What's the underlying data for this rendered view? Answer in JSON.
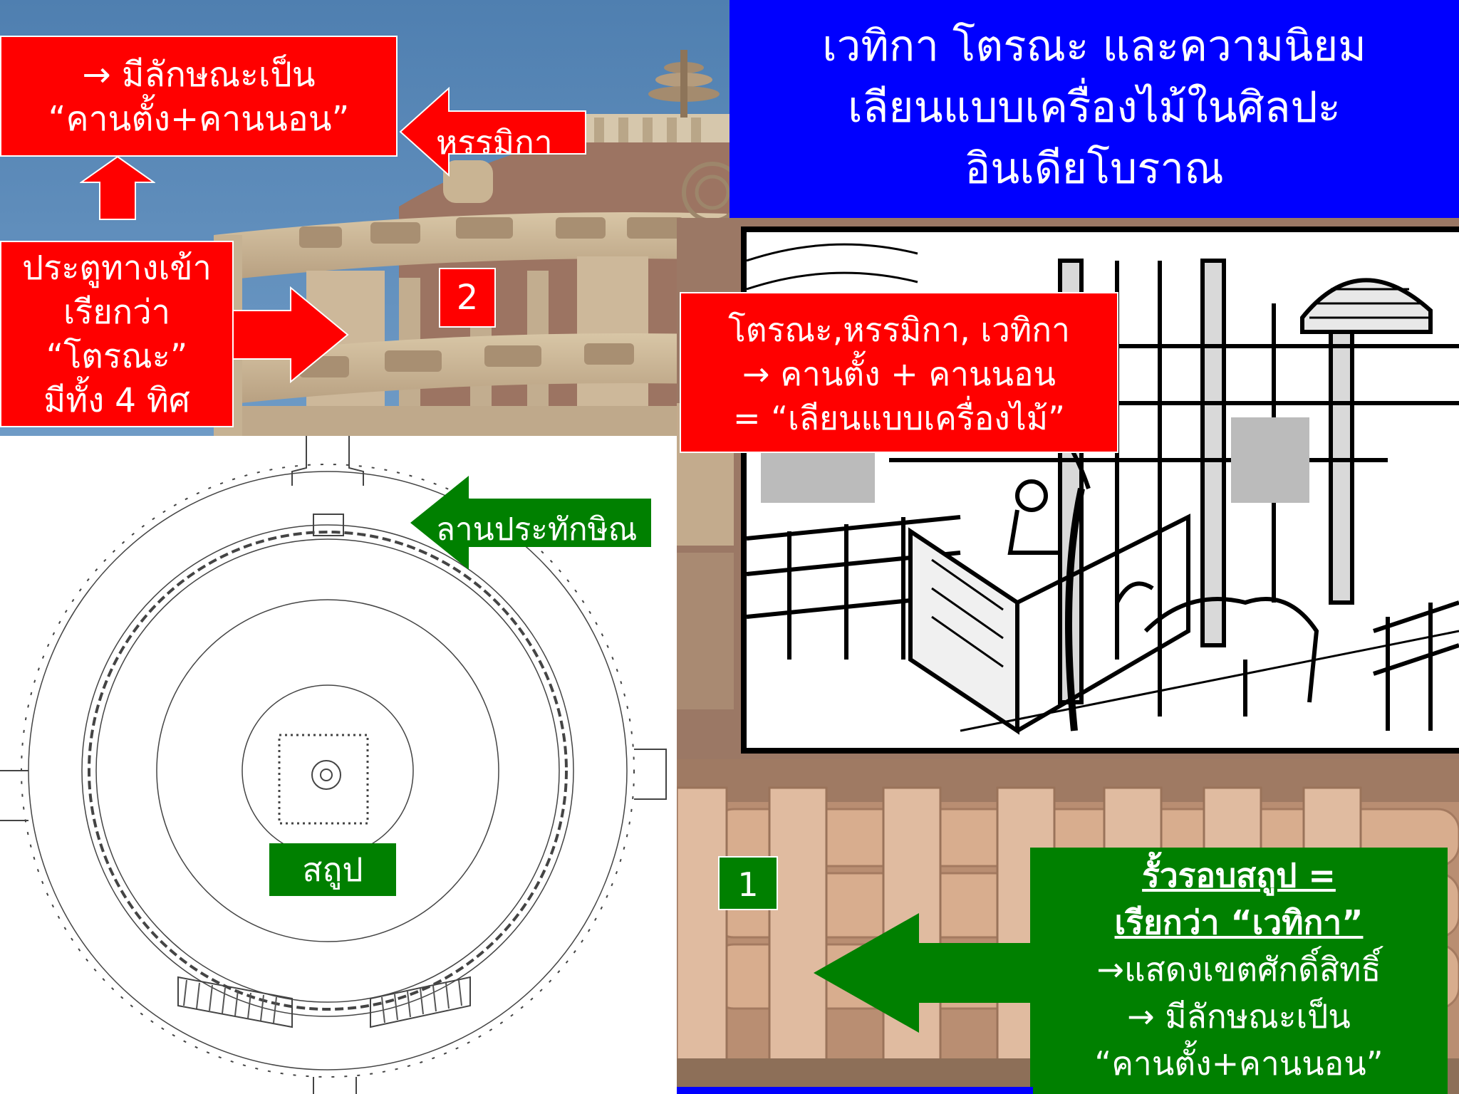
{
  "title": {
    "line1": "เวทิกา โตรณะ และความนิยม",
    "line2": "เลียนแบบเครื่องไม้ในศิลปะ",
    "line3": "อินเดียโบราณ"
  },
  "labels": {
    "feature_top": [
      "→ มีลักษณะเป็น",
      "“คานตั้ง+คานนอน”"
    ],
    "harmika": "หรรมิกา",
    "torana": [
      "ประตูทางเข้า",
      "เรียกว่า",
      "“โตรณะ”",
      "มีทั้ง 4 ทิศ"
    ],
    "badge_2": "2",
    "wood_imitation": [
      "โตรณะ,หรรมิกา, เวทิกา",
      "→ คานตั้ง + คานนอน",
      "= “เลียนแบบเครื่องไม้”"
    ],
    "pradakshina": "ลานประทักษิณ",
    "stupa": "สถูป",
    "badge_1": "1",
    "vedika": [
      "รั้วรอบสถูป = ",
      "เรียกว่า “เวทิกา”",
      "→แสดงเขตศักดิ์สิทธิ์",
      "→ มีลักษณะเป็น",
      "“คานตั้ง+คานนอน”"
    ]
  },
  "colors": {
    "red": "#ff0000",
    "green": "#008000",
    "blue": "#0000ff",
    "sky": "#5b87b6",
    "stone": "#cdb89a"
  }
}
